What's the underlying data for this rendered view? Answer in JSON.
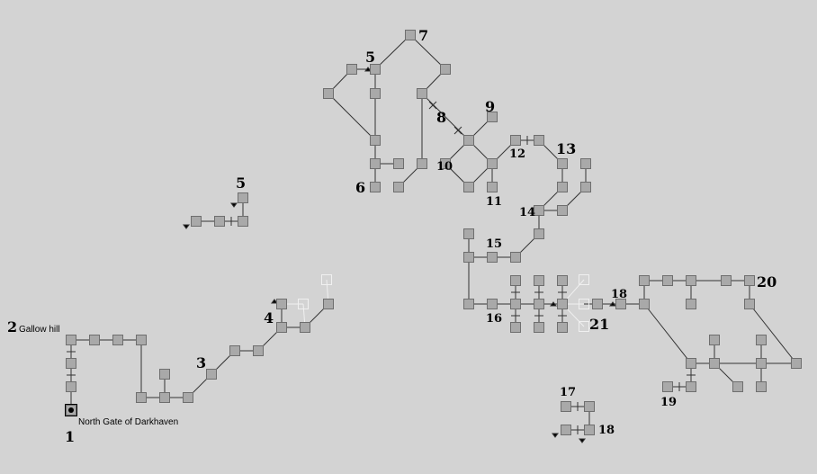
{
  "map": {
    "background": "#d3d3d3",
    "room_fill": "#a9a9a9",
    "room_border": "#6e6e6e",
    "exit_color": "#333333",
    "faded_color": "#f0f0f0",
    "current_room_marker": "player-marker-icon"
  },
  "labels": {
    "l1": "1",
    "l2": "2",
    "l3": "3",
    "l4": "4",
    "l5a": "5",
    "l5b": "5",
    "l6": "6",
    "l7": "7",
    "l8": "8",
    "l9": "9",
    "l10": "10",
    "l11": "11",
    "l12": "12",
    "l13": "13",
    "l14": "14",
    "l15": "15",
    "l16": "16",
    "l17": "17",
    "l18a": "18",
    "l18b": "18",
    "l19": "19",
    "l20": "20",
    "l21": "21"
  },
  "room_names": {
    "gallow_hill": "Gallow hill",
    "north_gate": "North Gate of Darkhaven"
  }
}
